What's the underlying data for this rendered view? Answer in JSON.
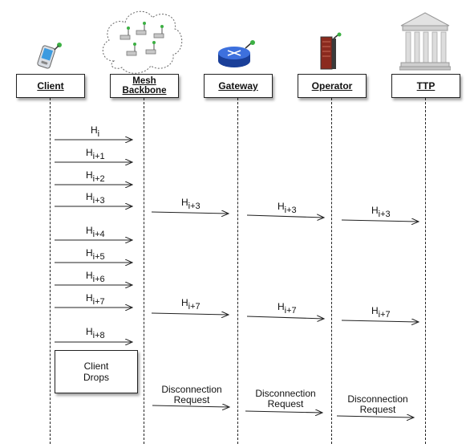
{
  "participants": [
    {
      "id": "client",
      "label": "Client",
      "icon": "pda-icon"
    },
    {
      "id": "mesh",
      "label": "Mesh\nBackbone",
      "icon": "mesh-cloud-icon"
    },
    {
      "id": "gateway",
      "label": "Gateway",
      "icon": "router-icon"
    },
    {
      "id": "operator",
      "label": "Operator",
      "icon": "server-icon"
    },
    {
      "id": "ttp",
      "label": "TTP",
      "icon": "bank-icon"
    }
  ],
  "messages": [
    {
      "base": "H",
      "sub": "i"
    },
    {
      "base": "H",
      "sub": "i+1"
    },
    {
      "base": "H",
      "sub": "i+2"
    },
    {
      "base": "H",
      "sub": "i+3"
    },
    {
      "base": "H",
      "sub": "i+4"
    },
    {
      "base": "H",
      "sub": "i+5"
    },
    {
      "base": "H",
      "sub": "i+6"
    },
    {
      "base": "H",
      "sub": "i+7"
    },
    {
      "base": "H",
      "sub": "i+8"
    }
  ],
  "relay_messages": [
    {
      "base": "H",
      "sub": "i+3"
    },
    {
      "base": "H",
      "sub": "i+7"
    }
  ],
  "note": {
    "text": "Client\nDrops"
  },
  "disconnection": {
    "text": "Disconnection\nRequest"
  },
  "colors": {
    "line": "#222222",
    "router": "#2255cc",
    "server": "#7a1f1f",
    "bank": "#d4d4d4"
  }
}
